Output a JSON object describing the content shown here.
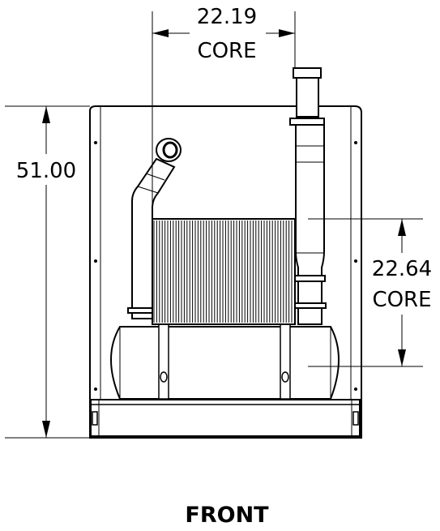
{
  "view_title": "FRONT",
  "dimensions": {
    "core_width": {
      "value": "22.19",
      "label": "CORE"
    },
    "overall_height": {
      "value": "51.00"
    },
    "core_height": {
      "value": "22.64",
      "label": "CORE"
    }
  },
  "colors": {
    "line": "#000000",
    "background": "#ffffff"
  }
}
